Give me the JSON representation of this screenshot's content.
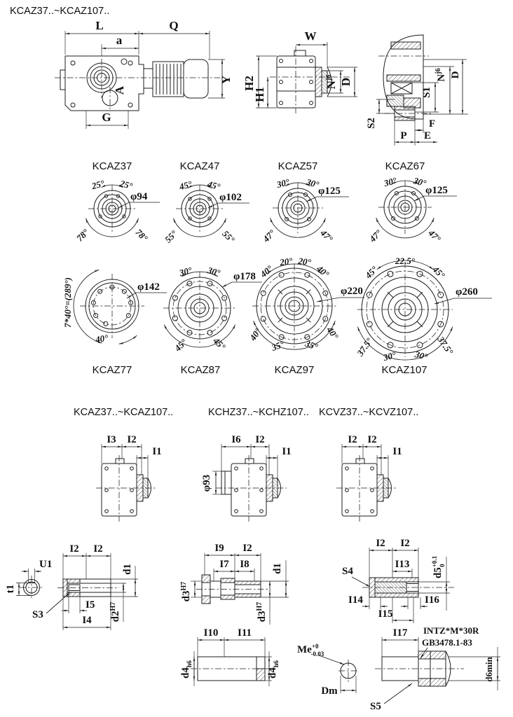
{
  "page": {
    "title": "KCAZ37..~KCAZ107.."
  },
  "colors": {
    "line": "#1c1c1c",
    "text": "#0f0f0f",
    "background": "#ffffff"
  },
  "side_view": {
    "L": "L",
    "Q": "Q",
    "a": "a",
    "Y": "Y",
    "G": "G",
    "A": "A"
  },
  "front_view": {
    "W": "W",
    "H2": "H2",
    "H1": "H1",
    "N": "N",
    "N_tol": "j6",
    "D": "D"
  },
  "section_view": {
    "N": "N",
    "N_tol": "j6",
    "D": "D",
    "S1": "S1",
    "S2": "S2",
    "P": "P",
    "F": "F",
    "E": "E"
  },
  "flange_row1": [
    {
      "title": "KCAZ37",
      "dia": "φ94",
      "tl": "25°",
      "tr": "25°",
      "bl": "78°",
      "br": "78°"
    },
    {
      "title": "KCAZ47",
      "dia": "φ102",
      "tl": "45°",
      "tr": "45°",
      "bl": "55°",
      "br": "55°"
    },
    {
      "title": "KCAZ57",
      "dia": "φ125",
      "tl": "30°",
      "tr": "30°",
      "bl": "47°",
      "br": "47°"
    },
    {
      "title": "KCAZ67",
      "dia": "φ125",
      "tl": "30°",
      "tr": "30°",
      "bl": "47°",
      "br": "47°"
    }
  ],
  "flange_row2": [
    {
      "title": "KCAZ77",
      "dia": "φ142",
      "arc": "7*40°=(289°)",
      "bottom": "40°"
    },
    {
      "title": "KCAZ87",
      "dia": "φ178",
      "tl": "30°",
      "tr": "30°",
      "bl": "45°",
      "br": "45°"
    },
    {
      "title": "KCAZ97",
      "dia": "φ220",
      "t1": "40°",
      "t2": "20°",
      "t3": "20°",
      "t4": "40°",
      "b1": "40°",
      "b2": "35°",
      "b3": "35°",
      "b4": "40°"
    },
    {
      "title": "KCAZ107",
      "dia": "φ260",
      "top": "22.5°",
      "tl": "45°",
      "tr": "45°",
      "b1": "37.5°",
      "b2": "30°",
      "b3": "30°",
      "b4": "37.5°"
    }
  ],
  "sections": [
    "KCAZ37..~KCAZ107..",
    "KCHZ37..~KCHZ107..",
    "KCVZ37..~KCVZ107.."
  ],
  "rear_views": [
    {
      "a": "I3",
      "b": "I2",
      "c": "I1"
    },
    {
      "a": "I6",
      "b": "I2",
      "c": "I1",
      "dia": "φ93"
    },
    {
      "a": "I2",
      "b": "I2",
      "c": "I1"
    }
  ],
  "solid_shaft": {
    "t1": "t1",
    "U1": "U1",
    "I2a": "I2",
    "I2b": "I2",
    "d1": "d1",
    "S3": "S3",
    "I5": "I5",
    "I4": "I4",
    "d2": "d2",
    "d2_tol": "H7"
  },
  "stepped_shaft": {
    "I9": "I9",
    "I2": "I2",
    "I7": "I7",
    "I8": "I8",
    "d1": "d1",
    "d3": "d3",
    "d3_tol": "H7"
  },
  "hollow_shaft": {
    "I2a": "I2",
    "I2b": "I2",
    "I13": "I13",
    "S4": "S4",
    "d5": "d5",
    "d5_sup": "+0.1",
    "d5_sub": "0",
    "I14": "I14",
    "I15": "I15",
    "I16": "I16"
  },
  "plain_shaft": {
    "I10": "I10",
    "I11": "I11",
    "d4": "d4",
    "d4_tol": "h6",
    "Me": "Me",
    "Me_sup": "+0",
    "Me_sub": "-0.03",
    "Dm": "Dm"
  },
  "shrink_disk": {
    "I17": "I17",
    "spec1": "INTZ*M*30R",
    "spec2": "GB3478.1-83",
    "S5": "S5",
    "d6": "d6min"
  }
}
